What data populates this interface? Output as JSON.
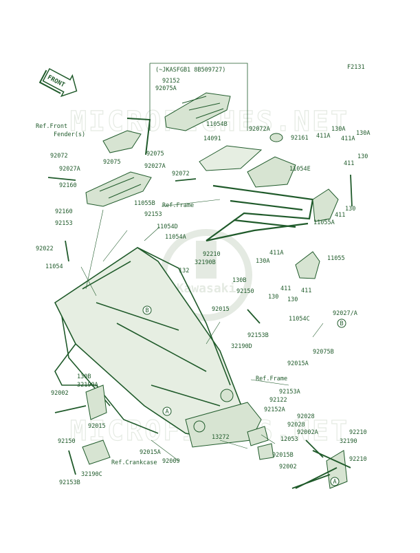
{
  "figure_code": "F2131",
  "front_label": "FRONT",
  "serial_note": "(~JKASFGB1 8B509727)",
  "watermark": {
    "text_top": "MICROFICHES.NET",
    "text_bottom": "MICROFICHES.NET",
    "logo_text": "Kawasaki"
  },
  "callouts": {
    "a": "A",
    "b": "B"
  },
  "colors": {
    "ink": "#1f5a2a",
    "fill": "#d7e4d2",
    "frame_fill": "#e6eee2",
    "watermark": "#cfd9cc"
  },
  "references": [
    "Ref.Front",
    "Fender(s)",
    "Ref.Frame",
    "Ref.Frame",
    "Ref.Crankcase"
  ],
  "part_labels": [
    "92152",
    "92075A",
    "11054B",
    "92072",
    "92027A",
    "92075",
    "92075",
    "92027A",
    "92160",
    "11055B",
    "92072",
    "92160",
    "92153",
    "11054D",
    "11054A",
    "92153",
    "92022",
    "11054",
    "14091",
    "92072A",
    "92161",
    "11054E",
    "130A",
    "130A",
    "411A",
    "411A",
    "411",
    "130",
    "130",
    "411",
    "11055A",
    "92210",
    "32190B",
    "132",
    "130B",
    "92150",
    "92015",
    "411A",
    "130A",
    "11055",
    "411",
    "130",
    "130",
    "411",
    "11054C",
    "92027/A",
    "92075B",
    "92015A",
    "92153B",
    "32190D",
    "130B",
    "32190A",
    "92002",
    "92015",
    "92150",
    "32190C",
    "92153B",
    "92015A",
    "92009",
    "13272",
    "12053",
    "92015B",
    "92153A",
    "92122",
    "92152A",
    "92028",
    "92028",
    "92002A",
    "32190",
    "92210",
    "92210",
    "92002"
  ]
}
